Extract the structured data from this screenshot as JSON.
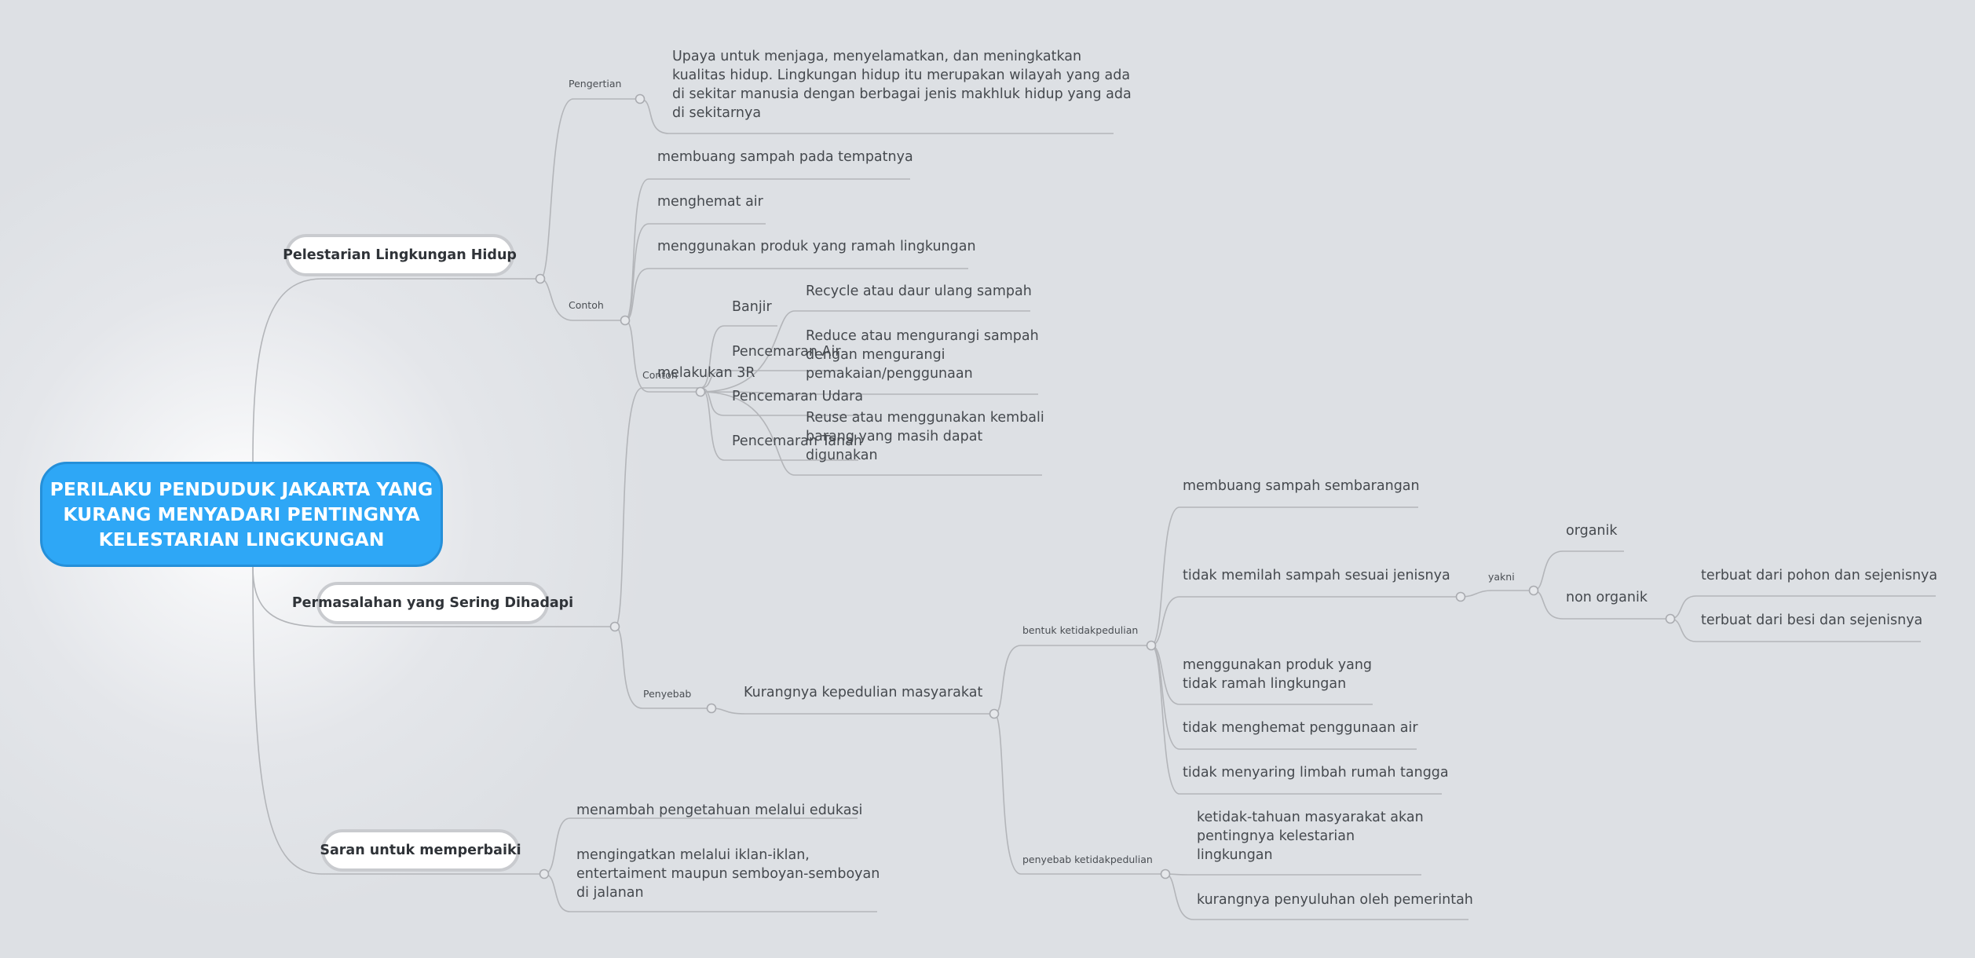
{
  "root": {
    "line1": "PERILAKU PENDUDUK JAKARTA YANG",
    "line2": "KURANG MENYADARI PENTINGNYA",
    "line3": "KELESTARIAN LINGKUNGAN"
  },
  "branch_pelestarian": {
    "title": "Pelestarian Lingkungan Hidup",
    "pengertian_label": "Pengertian",
    "pengertian_lines": [
      "Upaya untuk menjaga, menyelamatkan, dan meningkatkan",
      "kualitas hidup. Lingkungan hidup itu merupakan wilayah yang ada",
      "di sekitar manusia dengan berbagai jenis makhluk hidup yang ada",
      "di sekitarnya"
    ],
    "contoh_label": "Contoh",
    "contoh_items": [
      "membuang sampah pada tempatnya",
      "menghemat air",
      "menggunakan produk yang ramah lingkungan",
      "melakukan 3R"
    ],
    "r3_items": [
      [
        "Recycle atau daur ulang sampah"
      ],
      [
        "Reduce atau mengurangi sampah",
        "dengan mengurangi",
        "pemakaian/penggunaan"
      ],
      [
        "Reuse atau menggunakan kembali",
        "barang yang masih dapat",
        "digunakan"
      ]
    ]
  },
  "branch_permasalahan": {
    "title": "Permasalahan yang Sering Dihadapi",
    "contoh_label": "Contoh",
    "contoh_items": [
      "Banjir",
      "Pencemaran Air",
      "Pencemaran Udara",
      "Pencemaran Tanah"
    ],
    "penyebab_label": "Penyebab",
    "penyebab_main": "Kurangnya kepedulian masyarakat",
    "bentuk_label": "bentuk ketidakpedulian",
    "bentuk_items": [
      [
        "membuang sampah sembarangan"
      ],
      [
        "tidak memilah sampah sesuai jenisnya"
      ],
      [
        "menggunakan produk yang",
        "tidak ramah lingkungan"
      ],
      [
        "tidak menghemat penggunaan air"
      ],
      [
        "tidak menyaring limbah rumah tangga"
      ]
    ],
    "yakni_label": "yakni",
    "jenis_items": [
      "organik",
      "non organik"
    ],
    "non_organik_items": [
      "terbuat dari pohon dan sejenisnya",
      "terbuat dari besi dan sejenisnya"
    ],
    "penyebab2_label": "penyebab ketidakpedulian",
    "penyebab2_items": [
      [
        "ketidak-tahuan masyarakat akan",
        "pentingnya kelestarian",
        "lingkungan"
      ],
      [
        "kurangnya penyuluhan oleh pemerintah"
      ]
    ]
  },
  "branch_saran": {
    "title": "Saran untuk memperbaiki",
    "items": [
      [
        "menambah pengetahuan melalui edukasi"
      ],
      [
        "mengingatkan melalui iklan-iklan,",
        "entertaiment maupun semboyan-semboyan",
        "di jalanan"
      ]
    ]
  },
  "colors": {
    "root_fill": "#2ea7f6",
    "connector": "#b3b5b9",
    "background": "#dde0e4"
  }
}
